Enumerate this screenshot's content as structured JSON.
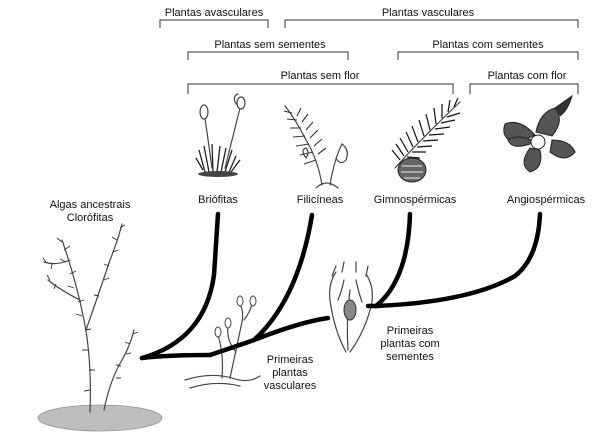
{
  "groups": {
    "avasculares": "Plantas avasculares",
    "vasculares": "Plantas vasculares",
    "sem_sementes": "Plantas sem sementes",
    "com_sementes": "Plantas com sementes",
    "sem_flor": "Plantas sem flor",
    "com_flor": "Plantas com flor"
  },
  "taxa": {
    "briofitas": "Briófitas",
    "filicineas": "Filicíneas",
    "gimnospermicas": "Gimnospérmicas",
    "angiospermicas": "Angiospérmicas"
  },
  "origin": {
    "line1": "Algas ancestrais",
    "line2": "Clorófitas"
  },
  "events": {
    "vasculares": [
      "Primeiras",
      "plantas",
      "vasculares"
    ],
    "sementes": [
      "Primeiras",
      "plantas com",
      "sementes"
    ]
  }
}
